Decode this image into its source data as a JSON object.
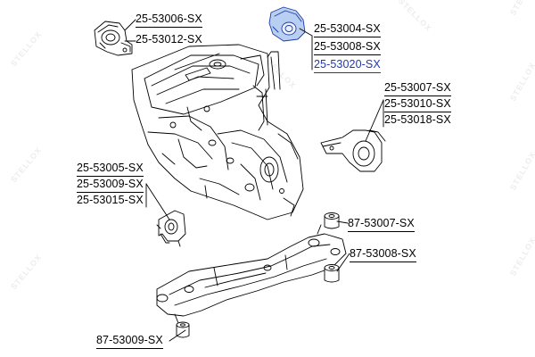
{
  "watermark": "STELLOX",
  "callouts": [
    {
      "id": "group-top-left",
      "parts": [
        "25-53006-SX",
        "25-53012-SX"
      ],
      "highlighted": []
    },
    {
      "id": "group-top-right",
      "parts": [
        "25-53004-SX",
        "25-53008-SX",
        "25-53020-SX"
      ],
      "highlighted": [
        "25-53020-SX"
      ]
    },
    {
      "id": "group-right",
      "parts": [
        "25-53007-SX",
        "25-53010-SX",
        "25-53018-SX"
      ],
      "highlighted": []
    },
    {
      "id": "group-left",
      "parts": [
        "25-53005-SX",
        "25-53009-SX",
        "25-53015-SX"
      ],
      "highlighted": []
    },
    {
      "id": "bushing-right-upper",
      "parts": [
        "87-53007-SX"
      ],
      "highlighted": []
    },
    {
      "id": "bushing-right-lower",
      "parts": [
        "87-53008-SX"
      ],
      "highlighted": []
    },
    {
      "id": "bushing-bottom-left",
      "parts": [
        "87-53009-SX"
      ],
      "highlighted": []
    }
  ],
  "colors": {
    "highlight": "#1f3aa8",
    "highlight_fill": "#b8cff2",
    "line": "#000000",
    "watermark": "#ededed"
  }
}
